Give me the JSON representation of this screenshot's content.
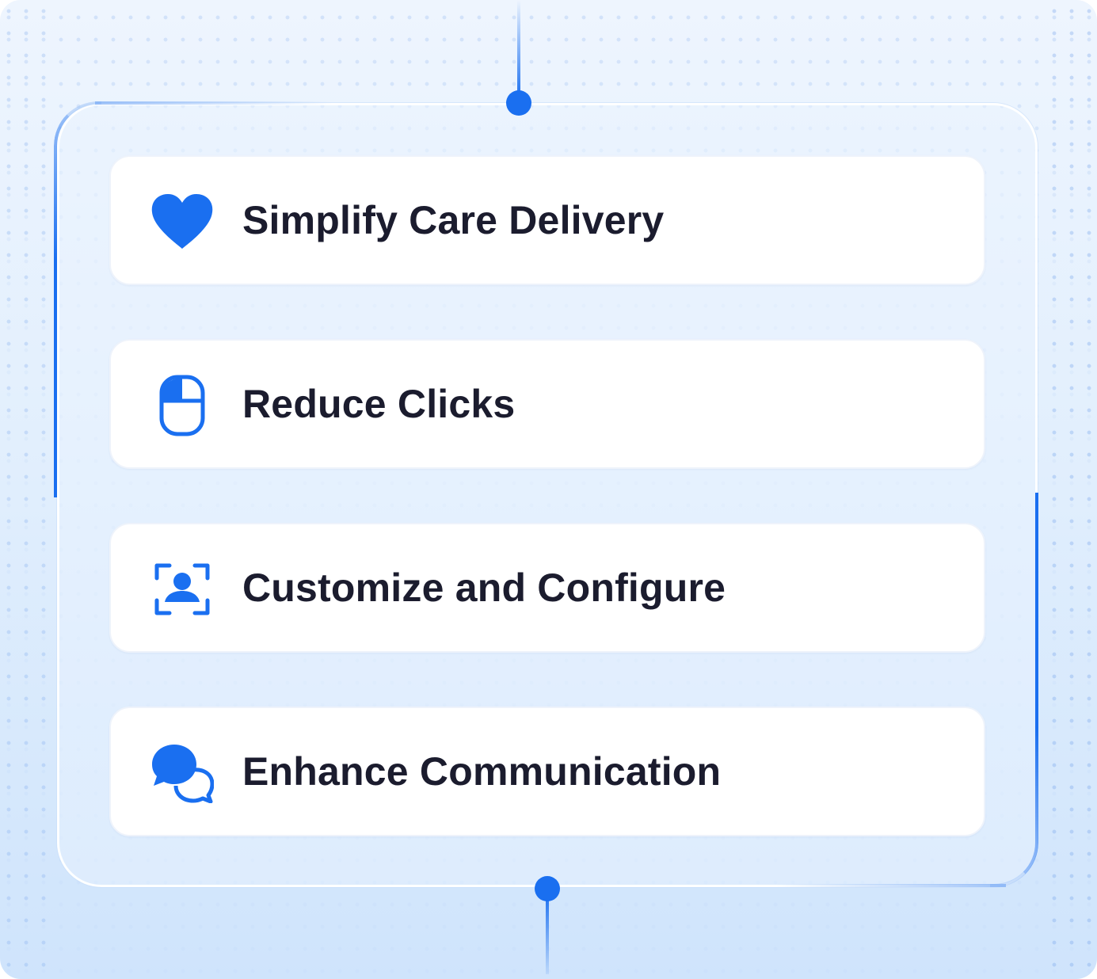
{
  "accent_color": "#1a6ff0",
  "text_color": "#1b1c2e",
  "items": [
    {
      "label": "Simplify Care Delivery",
      "icon": "heart-icon"
    },
    {
      "label": "Reduce Clicks",
      "icon": "mouse-icon"
    },
    {
      "label": "Customize and Configure",
      "icon": "user-focus-icon"
    },
    {
      "label": "Enhance Communication",
      "icon": "chat-bubbles-icon"
    }
  ]
}
